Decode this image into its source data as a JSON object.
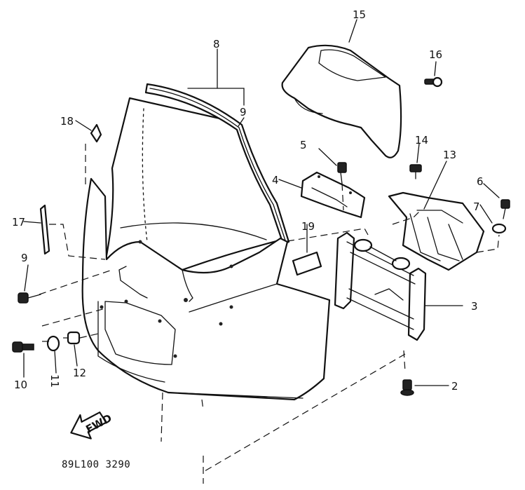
{
  "callouts": [
    {
      "id": "c1",
      "text": "8"
    },
    {
      "id": "c2",
      "text": "9"
    },
    {
      "id": "c3",
      "text": "15"
    },
    {
      "id": "c4",
      "text": "16"
    },
    {
      "id": "c5",
      "text": "18"
    },
    {
      "id": "c6",
      "text": "5"
    },
    {
      "id": "c7",
      "text": "14"
    },
    {
      "id": "c8",
      "text": "13"
    },
    {
      "id": "c9",
      "text": "4"
    },
    {
      "id": "c10",
      "text": "6"
    },
    {
      "id": "c11",
      "text": "7"
    },
    {
      "id": "c12",
      "text": "17"
    },
    {
      "id": "c13",
      "text": "19"
    },
    {
      "id": "c14",
      "text": "9"
    },
    {
      "id": "c15",
      "text": "3"
    },
    {
      "id": "c16",
      "text": "10"
    },
    {
      "id": "c17",
      "text": "11"
    },
    {
      "id": "c18",
      "text": "12"
    },
    {
      "id": "c19",
      "text": "2"
    }
  ],
  "fwd_arrow_text": "FWD",
  "diagram_code": "89L100 3290"
}
